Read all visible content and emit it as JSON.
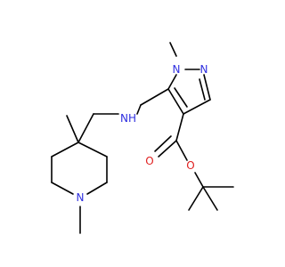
{
  "structure": {
    "atoms": [
      {
        "id": "n_pyr_1",
        "symbol": "N",
        "color": "#3030e0"
      },
      {
        "id": "n_pyr_2",
        "symbol": "N",
        "color": "#3030e0"
      },
      {
        "id": "n_amine",
        "symbol": "NH",
        "color": "#3030e0"
      },
      {
        "id": "n_pip",
        "symbol": "N",
        "color": "#3030e0"
      },
      {
        "id": "o_ester_double",
        "symbol": "O",
        "color": "#e02020"
      },
      {
        "id": "o_ester_single",
        "symbol": "O",
        "color": "#e02020"
      }
    ]
  },
  "colors": {
    "bond": "#000000",
    "nitrogen": "#3030e0",
    "oxygen": "#e02020",
    "background": "#ffffff"
  }
}
